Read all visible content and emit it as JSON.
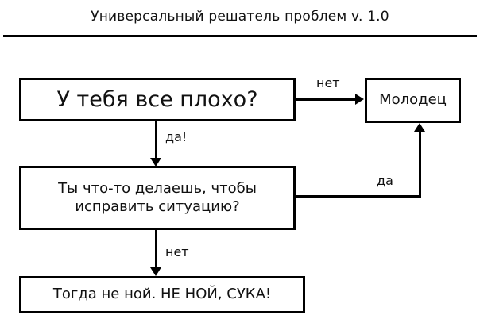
{
  "header": {
    "title": "Универсальный решатель проблем v. 1.0"
  },
  "diagram": {
    "type": "flowchart",
    "nodes": [
      {
        "id": "bad",
        "label": "У тебя все плохо?"
      },
      {
        "id": "good",
        "label": "Молодец"
      },
      {
        "id": "doing",
        "label": "Ты что-то делаешь, чтобы\nисправить ситуацию?"
      },
      {
        "id": "stop",
        "label": "Тогда не ной. НЕ НОЙ, СУКА!"
      }
    ],
    "edges": [
      {
        "from": "bad",
        "to": "good",
        "label": "нет"
      },
      {
        "from": "bad",
        "to": "doing",
        "label": "да!"
      },
      {
        "from": "doing",
        "to": "good",
        "label": "да"
      },
      {
        "from": "doing",
        "to": "stop",
        "label": "нет"
      }
    ]
  },
  "colors": {
    "ink": "#000000",
    "text": "#111111",
    "background": "#ffffff"
  }
}
